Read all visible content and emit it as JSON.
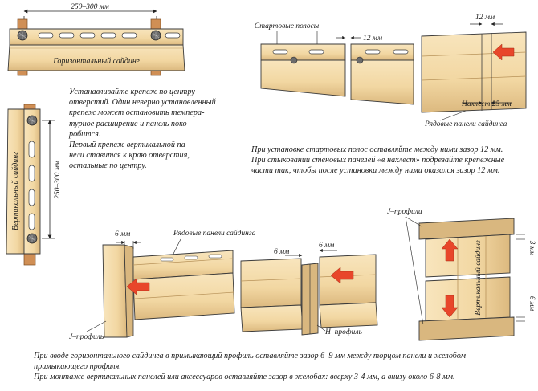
{
  "colors": {
    "siding": "#f4d9a6",
    "siding_dark": "#d9b77f",
    "outline": "#3a3a3a",
    "arrow": "#e8462a",
    "nail_post": "#d08f55"
  },
  "icons": [
    "nail-icon",
    "arrow-left-icon",
    "arrow-up-icon",
    "arrow-down-icon"
  ],
  "top_left": {
    "dimension": "250–300 мм",
    "panel_label": "Горизонтальный сайдинг",
    "caption_lines": [
      "Устанавливайте крепеж по центру",
      "отверстий. Один неверно установленный",
      "крепеж может остановить темпера-",
      "турное расширение и панель поко-",
      "робится.",
      "Первый крепеж вертикальной па-",
      "нели ставится к краю отверстия,",
      "остальные по центру."
    ]
  },
  "left_vertical": {
    "panel_label": "Вертикальный сайдинг",
    "dimension": "250–300 мм"
  },
  "top_right": {
    "label_start_strips": "Стартовые полосы",
    "gap_left": "12 мм",
    "gap_right": "12 мм",
    "overlap": "Нахлест 25 мм",
    "label_row_panels": "Рядовые панели сайдинга",
    "caption_lines": [
      "При установке стартовых полос оставляйте между ними зазор 12 мм.",
      "При стыковании стеновых панелей «в нахлест» подрезайте крепежные",
      "части так, чтобы после установки между ними оказался зазор 12 мм."
    ]
  },
  "bottom": {
    "label_row_panels": "Рядовые панели сайдинга",
    "gap_j": "6 мм",
    "gap_h_left": "6 мм",
    "gap_h_right": "6 мм",
    "j_profile": "J–профиль",
    "h_profile": "Н–профиль",
    "j_profiles": "J–профили",
    "vertical_label": "Вертикальный сайдинг",
    "gap_top": "3 мм",
    "gap_bottom": "6 мм",
    "caption_lines": [
      "При вводе горизонтального сайдинга в примыкающий профиль оставляйте зазор 6–9 мм между торцом панели и желобом",
      "примыкающего профиля.",
      "При монтаже вертикальных панелей или аксессуаров оставляйте зазор в желобах: вверху 3-4 мм, а внизу около 6-8 мм."
    ]
  }
}
